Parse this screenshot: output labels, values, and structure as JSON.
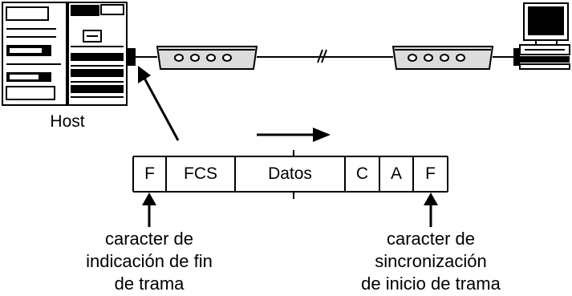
{
  "host_label": "Host",
  "frame_fields": [
    "F",
    "FCS",
    "Datos",
    "C",
    "A",
    "F"
  ],
  "left_caption": [
    "caracter de",
    "indicación de fin",
    "de trama"
  ],
  "right_caption": [
    "caracter de",
    "sincronización",
    "de inicio de trama"
  ],
  "link_break_mark": "//",
  "colors": {
    "ink": "#000000",
    "device_fill": "#dcdcdc",
    "background": "#ffffff"
  }
}
